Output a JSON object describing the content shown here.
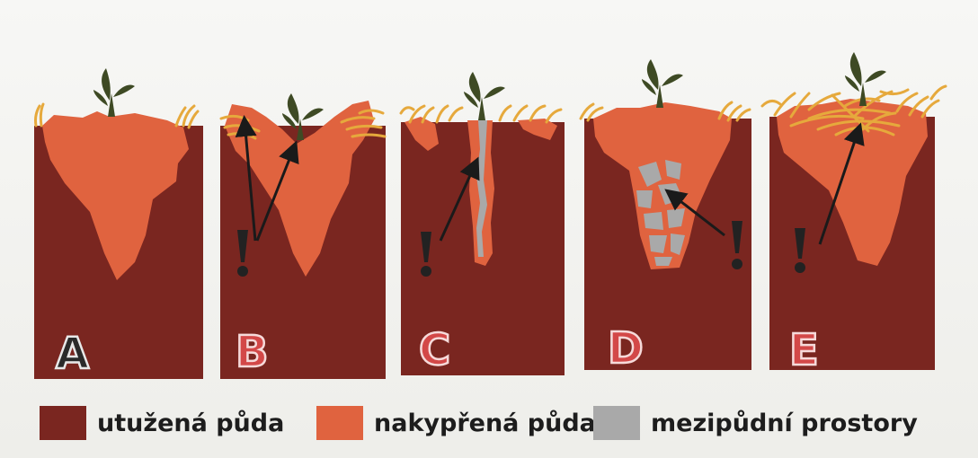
{
  "panels": [
    {
      "letter": "A",
      "letter_fill": "#2a2a2a",
      "letter_stroke": "#e8e8e8"
    },
    {
      "letter": "B",
      "letter_fill": "#d34848",
      "letter_stroke": "#f6dada"
    },
    {
      "letter": "C",
      "letter_fill": "#d34848",
      "letter_stroke": "#f6dada"
    },
    {
      "letter": "D",
      "letter_fill": "#d34848",
      "letter_stroke": "#f6dada"
    },
    {
      "letter": "E",
      "letter_fill": "#d34848",
      "letter_stroke": "#f6dada"
    }
  ],
  "legend": [
    {
      "label": "utužená půda",
      "color": "#7a2620"
    },
    {
      "label": "nakypřená půda",
      "color": "#e0633f"
    },
    {
      "label": "mezipůdní prostory",
      "color": "#a9a9a9"
    }
  ],
  "colors": {
    "compacted_soil": "#7a2620",
    "loosened_soil": "#e0633f",
    "pore_space": "#a9a9a9",
    "plant": "#3e4a24",
    "roots": "#e6a93c",
    "arrow": "#1a1a1a"
  }
}
